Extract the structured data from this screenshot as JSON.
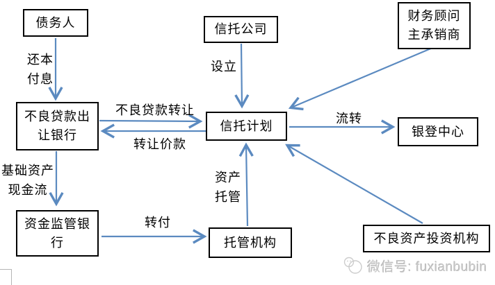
{
  "diagram": {
    "nodes": {
      "debtor": {
        "label": "债务人"
      },
      "trust_company": {
        "label": "信托公司"
      },
      "financial_advisor": {
        "line1": "财务顾问",
        "line2": "主承销商"
      },
      "npl_transfer_bank": {
        "line1": "不良贷款出",
        "line2": "让银行"
      },
      "trust_plan": {
        "label": "信托计划"
      },
      "yindeng_center": {
        "label": "银登中心"
      },
      "fund_supervision_bank": {
        "line1": "资金监管银",
        "line2": "行"
      },
      "custodian": {
        "label": "托管机构"
      },
      "npl_investor": {
        "label": "不良资产投资机构"
      }
    },
    "edges": {
      "repay_principal_interest": {
        "line1": "还本",
        "line2": "付息"
      },
      "establish": {
        "label": "设立"
      },
      "npl_transfer": {
        "label": "不良贷款转让"
      },
      "transfer_price": {
        "label": "转让价款"
      },
      "circulation": {
        "label": "流转"
      },
      "underlying_asset_cashflow": {
        "line1": "基础资产",
        "line2": "现金流"
      },
      "forward_payment": {
        "label": "转付"
      },
      "asset_custody": {
        "line1": "资产",
        "line2": "托管"
      }
    }
  },
  "watermark": {
    "wechat_label": "微信号: fuxianbubin"
  },
  "colors": {
    "arrow_blue": "#5b8ac0",
    "box_border": "#000000",
    "watermark_gray": "#c6c6c6"
  }
}
